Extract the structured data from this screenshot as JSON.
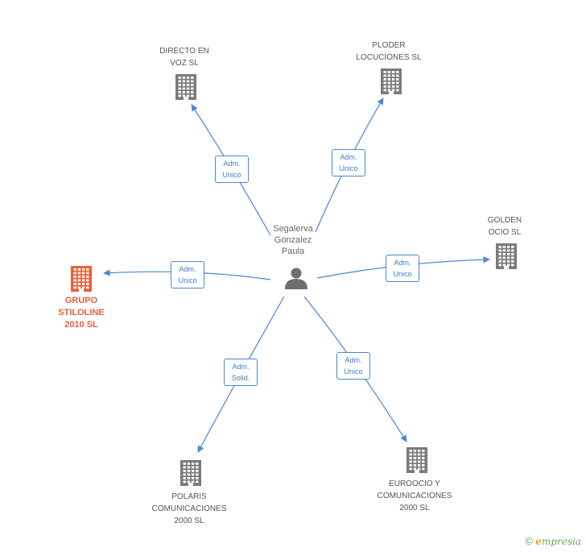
{
  "person": {
    "label": "Segalerva\nGonzalez\nPaula",
    "icon": "person-icon"
  },
  "companies": [
    {
      "id": "directo",
      "label": "DIRECTO EN\nVOZ SL",
      "role": "Adm.\nUnico",
      "primary": false,
      "icon": "building-icon"
    },
    {
      "id": "ploder",
      "label": "PLODER\nLOCUCIONES SL",
      "role": "Adm.\nUnico",
      "primary": false,
      "icon": "building-icon"
    },
    {
      "id": "golden",
      "label": "GOLDEN\nOCIO SL",
      "role": "Adm.\nUnico",
      "primary": false,
      "icon": "building-icon"
    },
    {
      "id": "grupo",
      "label": "GRUPO\nSTILOLINE\n2010 SL",
      "role": "Adm.\nUnico",
      "primary": true,
      "icon": "building-icon"
    },
    {
      "id": "polaris",
      "label": "POLARIS\nCOMUNICACIONES\n2000 SL",
      "role": "Adm.\nSolid.",
      "primary": false,
      "icon": "building-icon"
    },
    {
      "id": "euroocio",
      "label": "EUROOCIO Y\nCOMUNICACIONES\n2000 SL",
      "role": "Adm.\nUnico",
      "primary": false,
      "icon": "building-icon"
    }
  ],
  "colors": {
    "edge": "#4a86d8",
    "building": "#7a7a7a",
    "building_primary": "#e8603c",
    "person": "#6e6e6e"
  },
  "footer": {
    "copyright": "©",
    "brand_initial": "e",
    "brand_rest": "mpresia"
  }
}
